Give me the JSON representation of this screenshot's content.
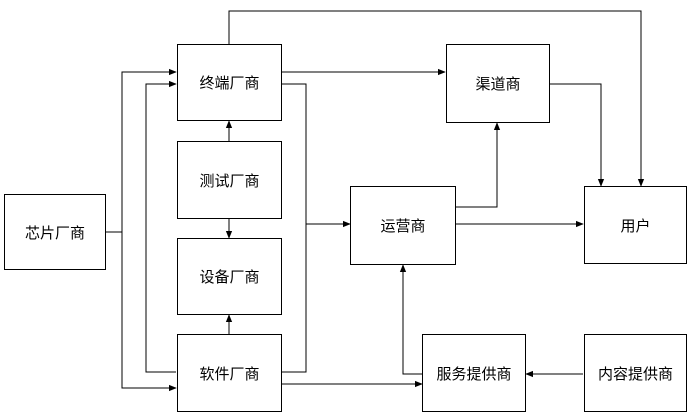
{
  "nodes": {
    "chip": "芯片厂商",
    "terminal": "终端厂商",
    "test": "测试厂商",
    "equipment": "设备厂商",
    "software": "软件厂商",
    "operator": "运营商",
    "channel": "渠道商",
    "user": "用户",
    "service": "服务提供商",
    "content": "内容提供商"
  }
}
